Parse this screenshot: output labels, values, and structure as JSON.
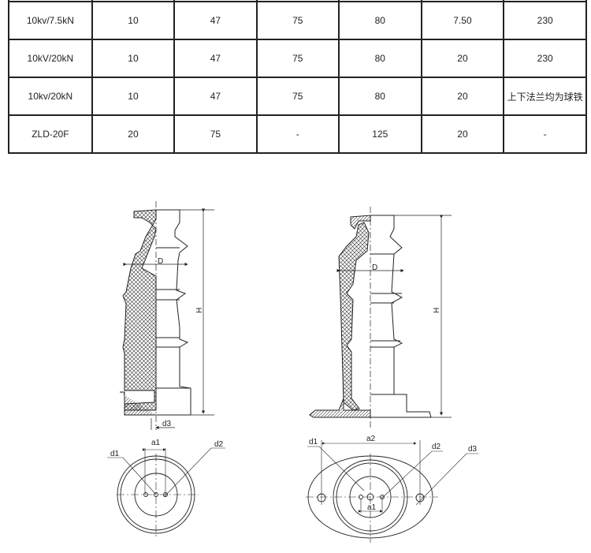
{
  "table": {
    "rows": [
      [
        "",
        "",
        "",
        "",
        "",
        "",
        ""
      ],
      [
        "10kv/7.5kN",
        "10",
        "47",
        "75",
        "80",
        "7.50",
        "230"
      ],
      [
        "10kV/20kN",
        "10",
        "47",
        "75",
        "80",
        "20",
        "230"
      ],
      [
        "10kv/20kN",
        "10",
        "47",
        "75",
        "80",
        "20",
        "上下法兰均为球铁"
      ],
      [
        "ZLD-20F",
        "20",
        "75",
        "-",
        "125",
        "20",
        "-"
      ]
    ]
  },
  "drawing": {
    "labels": {
      "D": "D",
      "H": "H",
      "d1": "d1",
      "d2": "d2",
      "d3": "d3",
      "a1": "a1",
      "a2": "a2"
    }
  }
}
